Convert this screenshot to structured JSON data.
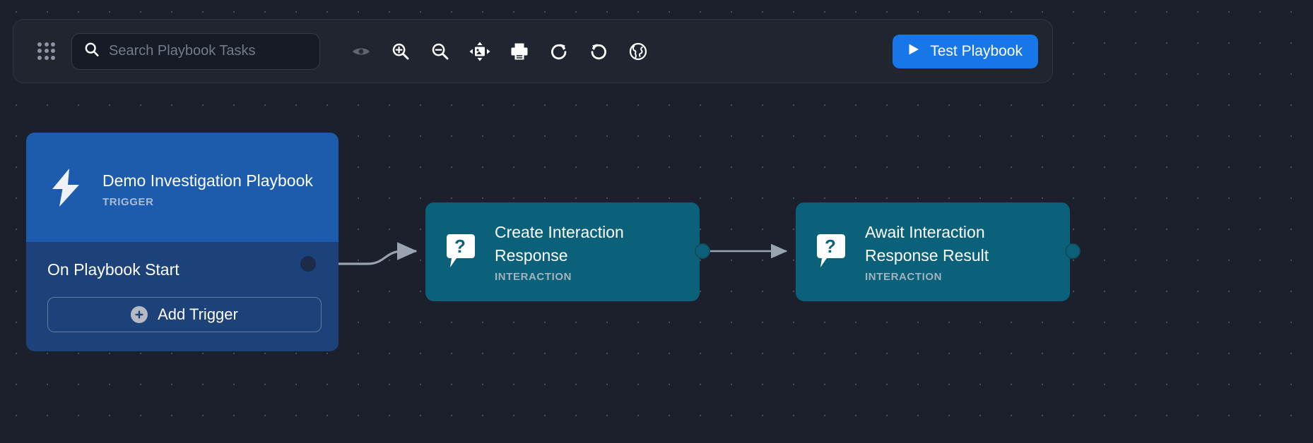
{
  "toolbar": {
    "drag_handle_icon": "drag-dots-icon",
    "search": {
      "icon": "search-icon",
      "placeholder": "Search Playbook Tasks",
      "value": ""
    },
    "buttons": [
      {
        "name": "toggle-visibility-button",
        "icon": "eye-icon",
        "label": ""
      },
      {
        "name": "zoom-in-button",
        "icon": "magnifier-plus-icon",
        "label": ""
      },
      {
        "name": "zoom-out-button",
        "icon": "magnifier-minus-icon",
        "label": ""
      },
      {
        "name": "fit-to-screen-button",
        "icon": "fit-image-icon",
        "label": ""
      },
      {
        "name": "print-button",
        "icon": "printer-icon",
        "label": ""
      },
      {
        "name": "redo-button",
        "icon": "redo-arrow-icon",
        "label": ""
      },
      {
        "name": "undo-button",
        "icon": "undo-arrow-icon",
        "label": ""
      },
      {
        "name": "globe-button",
        "icon": "globe-icon",
        "label": ""
      }
    ],
    "test_playbook": {
      "label": "Test Playbook",
      "icon": "play-triangle-icon",
      "color": "#1877e8"
    }
  },
  "canvas": {
    "background_color": "#1b202c",
    "grid_dot_color": "#4a4f5e"
  },
  "nodes": {
    "trigger": {
      "icon": "lightning-bolt-icon",
      "title": "Demo Investigation Playbook",
      "category": "TRIGGER",
      "header_color": "#1d5bac",
      "body_color": "#1d4279",
      "body_title": "On Playbook Start",
      "add_button_label": "Add Trigger",
      "add_button_icon": "plus-circle-icon"
    },
    "create_interaction": {
      "icon": "question-speech-bubble-icon",
      "title": "Create Interaction Response",
      "category": "INTERACTION",
      "color": "#0a6179"
    },
    "await_interaction": {
      "icon": "question-speech-bubble-icon",
      "title": "Await Interaction Response Result",
      "category": "INTERACTION",
      "color": "#0a6179"
    }
  },
  "edges": [
    {
      "name": "edge-trigger-to-create",
      "from": "trigger",
      "to": "create_interaction"
    },
    {
      "name": "edge-create-to-await",
      "from": "create_interaction",
      "to": "await_interaction"
    }
  ]
}
